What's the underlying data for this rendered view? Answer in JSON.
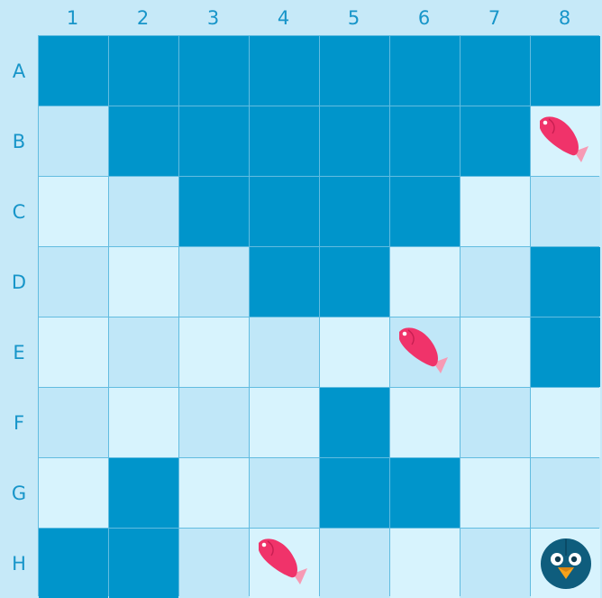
{
  "columns": [
    "1",
    "2",
    "3",
    "4",
    "5",
    "6",
    "7",
    "8"
  ],
  "rows": [
    "A",
    "B",
    "C",
    "D",
    "E",
    "F",
    "G",
    "H"
  ],
  "grid": [
    [
      "wall",
      "wall",
      "wall",
      "wall",
      "wall",
      "wall",
      "wall",
      "wall"
    ],
    [
      "mid",
      "wall",
      "wall",
      "wall",
      "wall",
      "wall",
      "wall",
      "light"
    ],
    [
      "light",
      "mid",
      "wall",
      "wall",
      "wall",
      "wall",
      "light",
      "mid"
    ],
    [
      "mid",
      "light",
      "mid",
      "wall",
      "wall",
      "light",
      "mid",
      "wall"
    ],
    [
      "light",
      "mid",
      "light",
      "mid",
      "light",
      "mid",
      "light",
      "wall"
    ],
    [
      "mid",
      "light",
      "mid",
      "light",
      "wall",
      "light",
      "mid",
      "light"
    ],
    [
      "light",
      "wall",
      "light",
      "mid",
      "wall",
      "wall",
      "light",
      "mid"
    ],
    [
      "wall",
      "wall",
      "mid",
      "light",
      "mid",
      "light",
      "mid",
      "light"
    ]
  ],
  "pieces": [
    {
      "type": "fish",
      "row": "B",
      "col": "8"
    },
    {
      "type": "fish",
      "row": "E",
      "col": "6"
    },
    {
      "type": "fish",
      "row": "H",
      "col": "4"
    },
    {
      "type": "penguin",
      "row": "H",
      "col": "8"
    }
  ],
  "colors": {
    "wall": "#0095cb",
    "light_tile": "#d7f3fd",
    "mid_tile": "#c0e7f8",
    "fish": "#f0336a",
    "fish_tail": "#f79ab4",
    "penguin": "#0f5d7d",
    "beak": "#f7a21b"
  }
}
